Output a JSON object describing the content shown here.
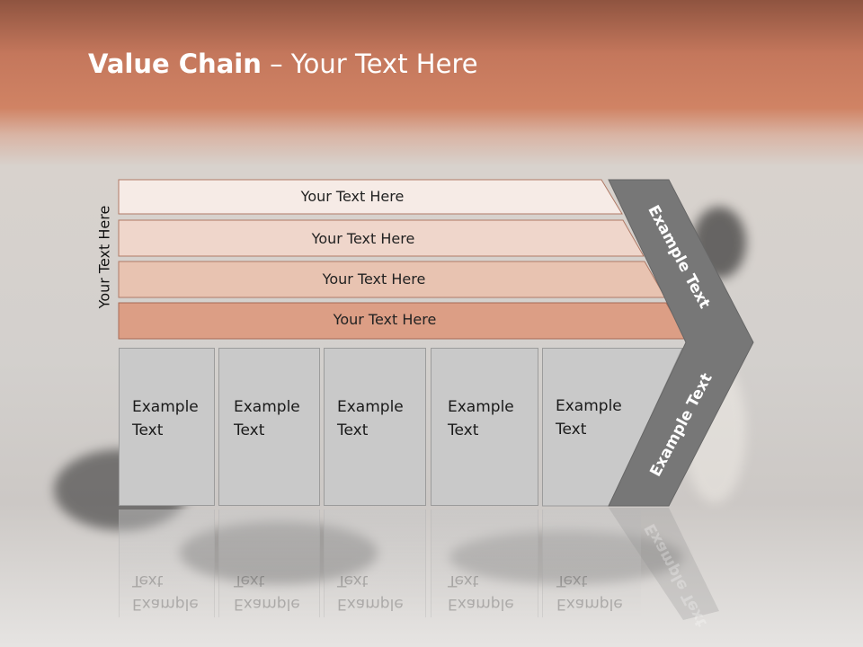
{
  "title": {
    "bold": "Value Chain",
    "rest": " – Your Text Here"
  },
  "side_label": "Your Text Here",
  "bars": [
    {
      "label": "Your Text Here",
      "fill": "#f6ebe6"
    },
    {
      "label": "Your Text Here",
      "fill": "#efd6cb"
    },
    {
      "label": "Your Text Here",
      "fill": "#e8c3b1"
    },
    {
      "label": "Your Text Here",
      "fill": "#dc9e85"
    }
  ],
  "boxes": [
    {
      "line1": "Example",
      "line2": "Text"
    },
    {
      "line1": "Example",
      "line2": "Text"
    },
    {
      "line1": "Example",
      "line2": "Text"
    },
    {
      "line1": "Example",
      "line2": "Text"
    },
    {
      "line1": "Example",
      "line2": "Text"
    }
  ],
  "chevron": {
    "top_label": "Example Text",
    "bottom_label": "Example Text",
    "color": "#777777"
  },
  "colors": {
    "header": "#c4775c",
    "bar_border": "#a0705f"
  }
}
